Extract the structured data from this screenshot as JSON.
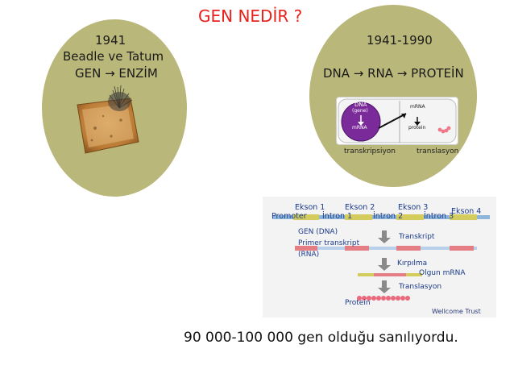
{
  "title": "GEN NEDİR ?",
  "left_panel": {
    "year": "1941",
    "authors": "Beadle ve Tatum",
    "relation": "GEN → ENZİM"
  },
  "right_panel": {
    "years": "1941-1990",
    "dogma": "DNA → RNA → PROTEİN",
    "inset": {
      "dna_label": "DNA",
      "gene_label": "(gene)",
      "mrna_label_left": "mRNA",
      "mrna_label_right": "mRNA",
      "protein_label": "protein"
    },
    "step1": "transkripsiyon",
    "step2": "translasyon"
  },
  "gene_diagram": {
    "exons": [
      "Ekson 1",
      "Ekson 2",
      "Ekson 3",
      "Ekson 4"
    ],
    "promoter": "Promoter",
    "introns": [
      "İntron 1",
      "İntron 2",
      "İntron 3"
    ],
    "gene_dna": "GEN (DNA)",
    "primary_transcript": "Primer transkript",
    "rna": "(RNA)",
    "step_transcript": "Transkript",
    "step_splicing": "Kırpılma",
    "mature_mrna": "Olgun mRNA",
    "step_translation": "Translasyon",
    "protein": "Protein",
    "credit": "Wellcome Trust"
  },
  "footer": "90 000-100 000 gen olduğu sanılıyordu.",
  "colors": {
    "title": "#e8211c",
    "circle": "#b9b779",
    "dna_bar": "#8fb6d9",
    "exon": "#d4cc5c",
    "rna": "#e57d84",
    "protein": "#e96a7c"
  }
}
